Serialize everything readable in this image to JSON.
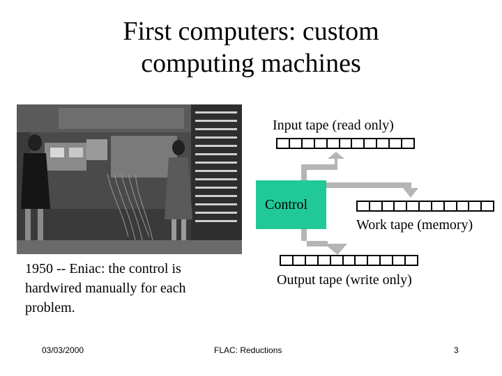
{
  "slide": {
    "title_line1": "First computers: custom",
    "title_line2": "computing machines",
    "caption": "1950 -- Eniac: the control is hardwired manually for each problem.",
    "diagram": {
      "input_label": "Input tape (read only)",
      "control_label": "Control",
      "work_label": "Work tape (memory)",
      "output_label": "Output tape (write only)",
      "control_color": "#20c997",
      "arrow_color": "#b5b5b5"
    }
  },
  "footer": {
    "date": "03/03/2000",
    "title": "FLAC: Reductions",
    "page": "3"
  }
}
